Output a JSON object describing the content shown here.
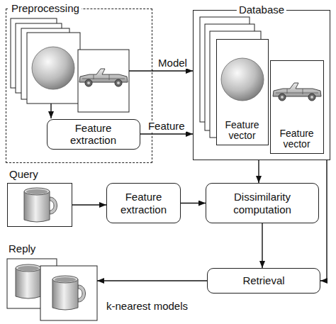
{
  "diagram": {
    "nodes": [
      {
        "text": [
          "Preprocessing"
        ]
      },
      {
        "text": [
          "Feature extraction"
        ],
        "in": 0
      },
      {
        "text": [
          "Database"
        ]
      },
      {
        "text": [
          "Feature vector"
        ],
        "in": 2
      },
      {
        "text": [
          "Feature vector"
        ],
        "in": 2
      },
      {
        "text": [
          "Query"
        ]
      },
      {
        "text": [
          "Feature extraction"
        ]
      },
      {
        "text": [
          "Dissimilarity computation"
        ]
      },
      {
        "text": [
          "Retrieval"
        ]
      },
      {
        "text": [
          "Reply",
          "k-nearest models"
        ]
      }
    ],
    "edges": [
      {
        "from": 0,
        "to": 2,
        "label": "Model",
        "arrow": "to"
      },
      {
        "from": 1,
        "to": 2,
        "label": "Feature",
        "arrow": "to"
      },
      {
        "from": 5,
        "to": 6,
        "arrow": "to"
      },
      {
        "from": 6,
        "to": 7,
        "arrow": "to"
      },
      {
        "from": 2,
        "to": 7,
        "arrow": "to"
      },
      {
        "from": 7,
        "to": 8,
        "arrow": "to"
      },
      {
        "from": 2,
        "to": 8,
        "arrow": "to"
      },
      {
        "from": 8,
        "to": 9,
        "arrow": "to"
      }
    ]
  }
}
